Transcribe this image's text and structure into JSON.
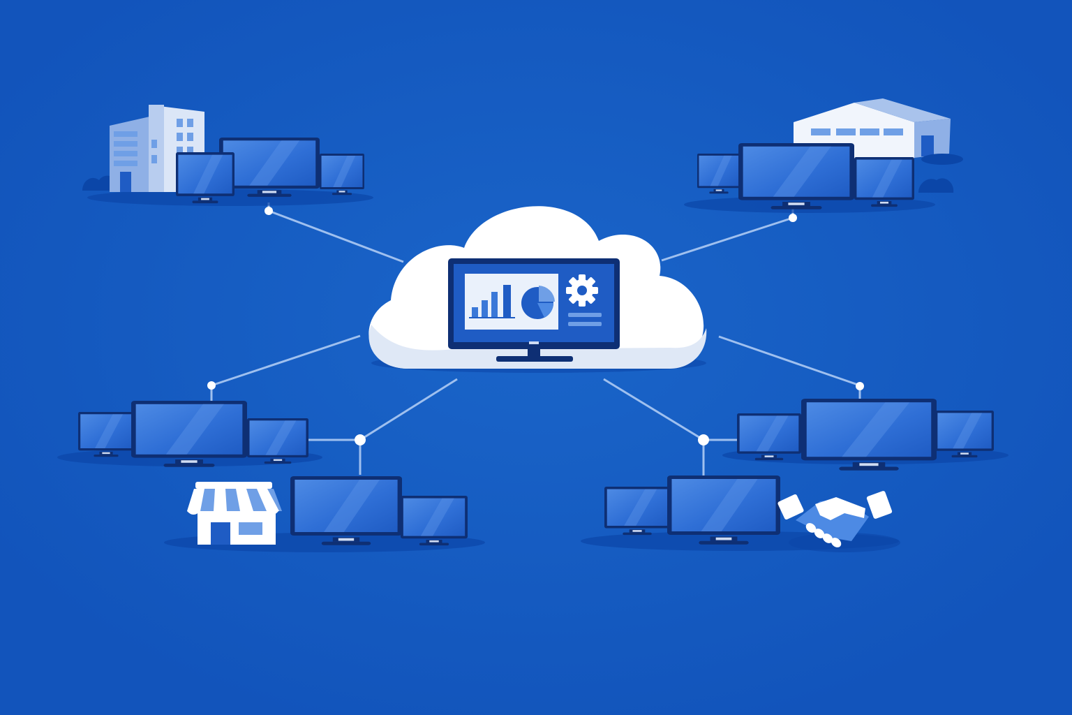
{
  "colors": {
    "background": "#1358bf",
    "background_glow": "#1f6fd0",
    "connector": "#9fc0ef",
    "node": "#ffffff",
    "shadow": "#0b46a8",
    "monitor_frame": "#0e2f74",
    "monitor_screen": "#2f6fd6",
    "monitor_screen_light": "#4d8ae4",
    "cloud": "#ffffff",
    "cloud_shade": "#dfe8f6",
    "building_light": "#dbe6f7",
    "building_mid": "#8fb0e6"
  },
  "diagram": {
    "hub": {
      "icons": [
        "cloud-icon",
        "dashboard-monitor-icon",
        "bar-chart-icon",
        "pie-chart-icon",
        "gear-icon"
      ]
    },
    "sites": [
      {
        "id": "office",
        "icon": "office-building-icon",
        "monitors": 3
      },
      {
        "id": "warehouse",
        "icon": "warehouse-icon",
        "monitors": 3
      },
      {
        "id": "branch-left",
        "icon": "",
        "monitors": 3
      },
      {
        "id": "store",
        "icon": "storefront-icon",
        "monitors": 2
      },
      {
        "id": "branch-right",
        "icon": "",
        "monitors": 3
      },
      {
        "id": "partner",
        "icon": "handshake-icon",
        "monitors": 2
      }
    ]
  }
}
